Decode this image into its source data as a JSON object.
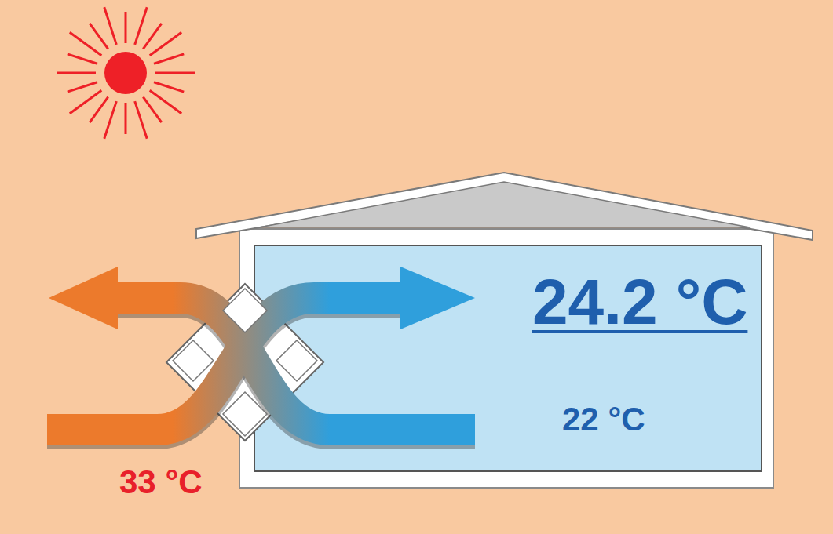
{
  "diagram": {
    "labels": [
      "24.2 °C",
      "22 °C",
      "33 °C"
    ]
  }
}
